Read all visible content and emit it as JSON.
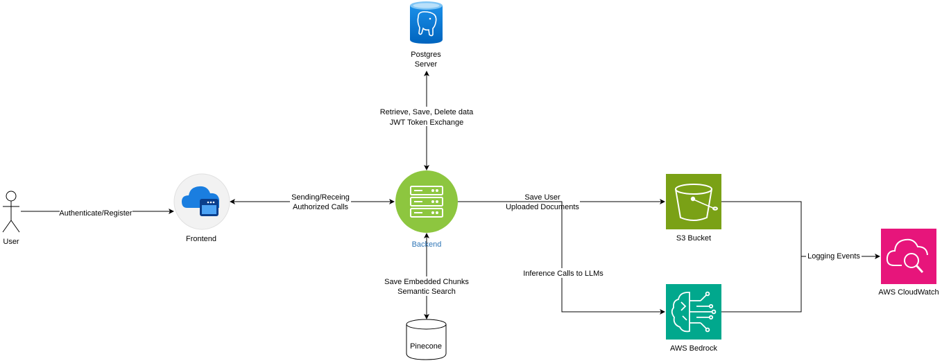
{
  "nodes": {
    "user": {
      "label": "User"
    },
    "frontend": {
      "label": "Frontend"
    },
    "backend": {
      "label": "Backend"
    },
    "postgres": {
      "label_line1": "Postgres",
      "label_line2": "Server"
    },
    "pinecone": {
      "label": "Pinecone"
    },
    "s3": {
      "label": "S3 Bucket"
    },
    "bedrock": {
      "label": "AWS Bedrock"
    },
    "cloudwatch": {
      "label": "AWS CloudWatch"
    }
  },
  "edges": {
    "user_frontend": {
      "label": "Authenticate/Register"
    },
    "frontend_backend": {
      "label_line1": "Sending/Receing",
      "label_line2": "Authorized Calls"
    },
    "backend_postgres": {
      "label_line1": "Retrieve, Save, Delete data",
      "label_line2": "JWT Token Exchange"
    },
    "backend_pinecone": {
      "label_line1": "Save Embedded Chunks",
      "label_line2": "Semantic Search"
    },
    "backend_s3": {
      "label_line1": "Save User",
      "label_line2": "Uploaded Documents"
    },
    "backend_bedrock": {
      "label": "Inference Calls to LLMs"
    },
    "to_cloudwatch": {
      "label": "Logging Events"
    }
  },
  "colors": {
    "backend_green": "#8DC63F",
    "s3_green": "#7AA116",
    "bedrock_teal": "#01A88D",
    "cloudwatch_pink": "#E7157B",
    "postgres_blue": "#0078D4",
    "frontend_blue": "#0A6CD6",
    "backend_label_blue": "#2E75B6"
  },
  "icons": {
    "user": "stick-figure-icon",
    "frontend": "cloud-window-icon",
    "backend": "server-rack-icon",
    "postgres": "postgres-elephant-database-icon",
    "pinecone": "cylinder-database-icon",
    "s3": "bucket-icon",
    "bedrock": "brain-circuit-icon",
    "cloudwatch": "cloud-magnifier-icon"
  }
}
